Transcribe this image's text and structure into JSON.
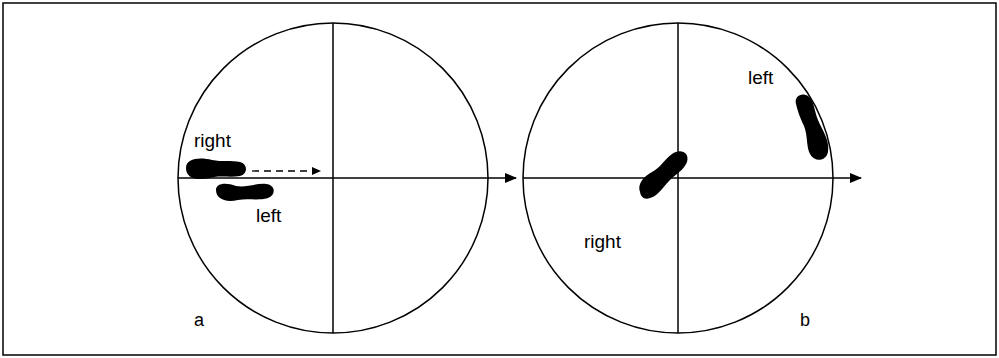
{
  "diagram": {
    "labels": [
      "right",
      "left",
      "a",
      "left",
      "right",
      "b"
    ]
  }
}
